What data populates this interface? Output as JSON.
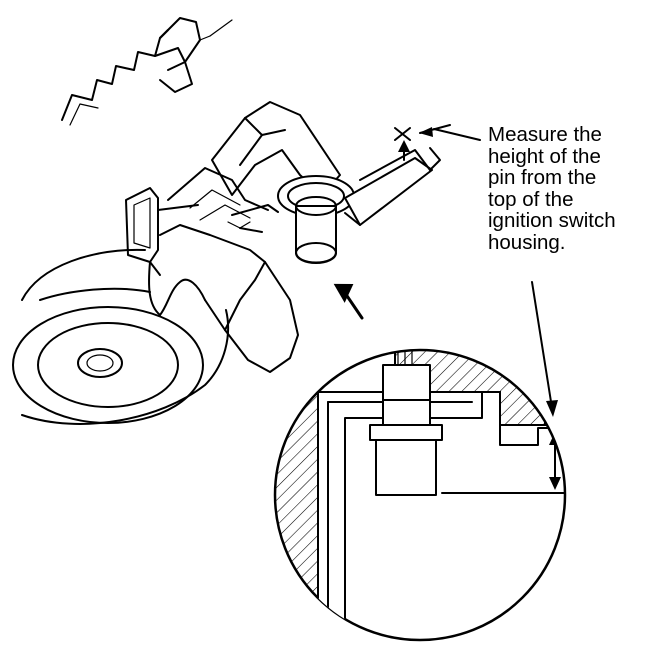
{
  "annotation": {
    "lines": [
      "Measure the",
      "height of the",
      "pin from the",
      "top of the",
      "ignition switch",
      "housing."
    ]
  },
  "colors": {
    "ink": "#000000",
    "paper": "#ffffff"
  }
}
